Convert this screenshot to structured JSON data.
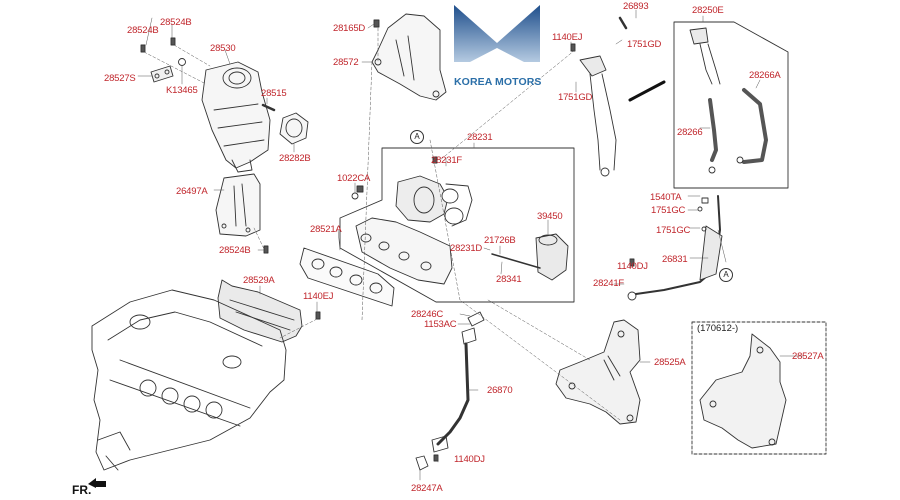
{
  "diagram": {
    "title": "Turbocharger & Exhaust Manifold Parts Diagram",
    "brand": {
      "name": "KOREA MOTORS",
      "color": "#2b6fa8"
    },
    "direction_marker": "FR.",
    "reference_marker": "A",
    "label_color": "#c0262c",
    "variant_note": "(170612-)",
    "parts": [
      {
        "id": "p1",
        "code": "28524B"
      },
      {
        "id": "p2",
        "code": "28524B"
      },
      {
        "id": "p3",
        "code": "28530"
      },
      {
        "id": "p4",
        "code": "28527S"
      },
      {
        "id": "p5",
        "code": "K13465"
      },
      {
        "id": "p6",
        "code": "28515"
      },
      {
        "id": "p7",
        "code": "28282B"
      },
      {
        "id": "p8",
        "code": "26497A"
      },
      {
        "id": "p9",
        "code": "28524B"
      },
      {
        "id": "p10",
        "code": "28529A"
      },
      {
        "id": "p11",
        "code": "1140EJ"
      },
      {
        "id": "p12",
        "code": "28165D"
      },
      {
        "id": "p13",
        "code": "28572"
      },
      {
        "id": "p14",
        "code": "1022CA"
      },
      {
        "id": "p15",
        "code": "28521A"
      },
      {
        "id": "p16",
        "code": "28231"
      },
      {
        "id": "p17",
        "code": "28231F"
      },
      {
        "id": "p18",
        "code": "39450"
      },
      {
        "id": "p19",
        "code": "21726B"
      },
      {
        "id": "p20",
        "code": "28231D"
      },
      {
        "id": "p21",
        "code": "28341"
      },
      {
        "id": "p22",
        "code": "28246C"
      },
      {
        "id": "p23",
        "code": "1153AC"
      },
      {
        "id": "p24",
        "code": "26870"
      },
      {
        "id": "p25",
        "code": "1140DJ"
      },
      {
        "id": "p26",
        "code": "28247A"
      },
      {
        "id": "p27",
        "code": "26893"
      },
      {
        "id": "p28",
        "code": "1140EJ"
      },
      {
        "id": "p29",
        "code": "1751GD"
      },
      {
        "id": "p30",
        "code": "1751GD"
      },
      {
        "id": "p31",
        "code": "28250E"
      },
      {
        "id": "p32",
        "code": "28266A"
      },
      {
        "id": "p33",
        "code": "28266"
      },
      {
        "id": "p34",
        "code": "1540TA"
      },
      {
        "id": "p35",
        "code": "1751GC"
      },
      {
        "id": "p36",
        "code": "1751GC"
      },
      {
        "id": "p37",
        "code": "26831"
      },
      {
        "id": "p38",
        "code": "1140DJ"
      },
      {
        "id": "p39",
        "code": "28241F"
      },
      {
        "id": "p40",
        "code": "28525A"
      },
      {
        "id": "p41",
        "code": "28527A"
      }
    ]
  }
}
